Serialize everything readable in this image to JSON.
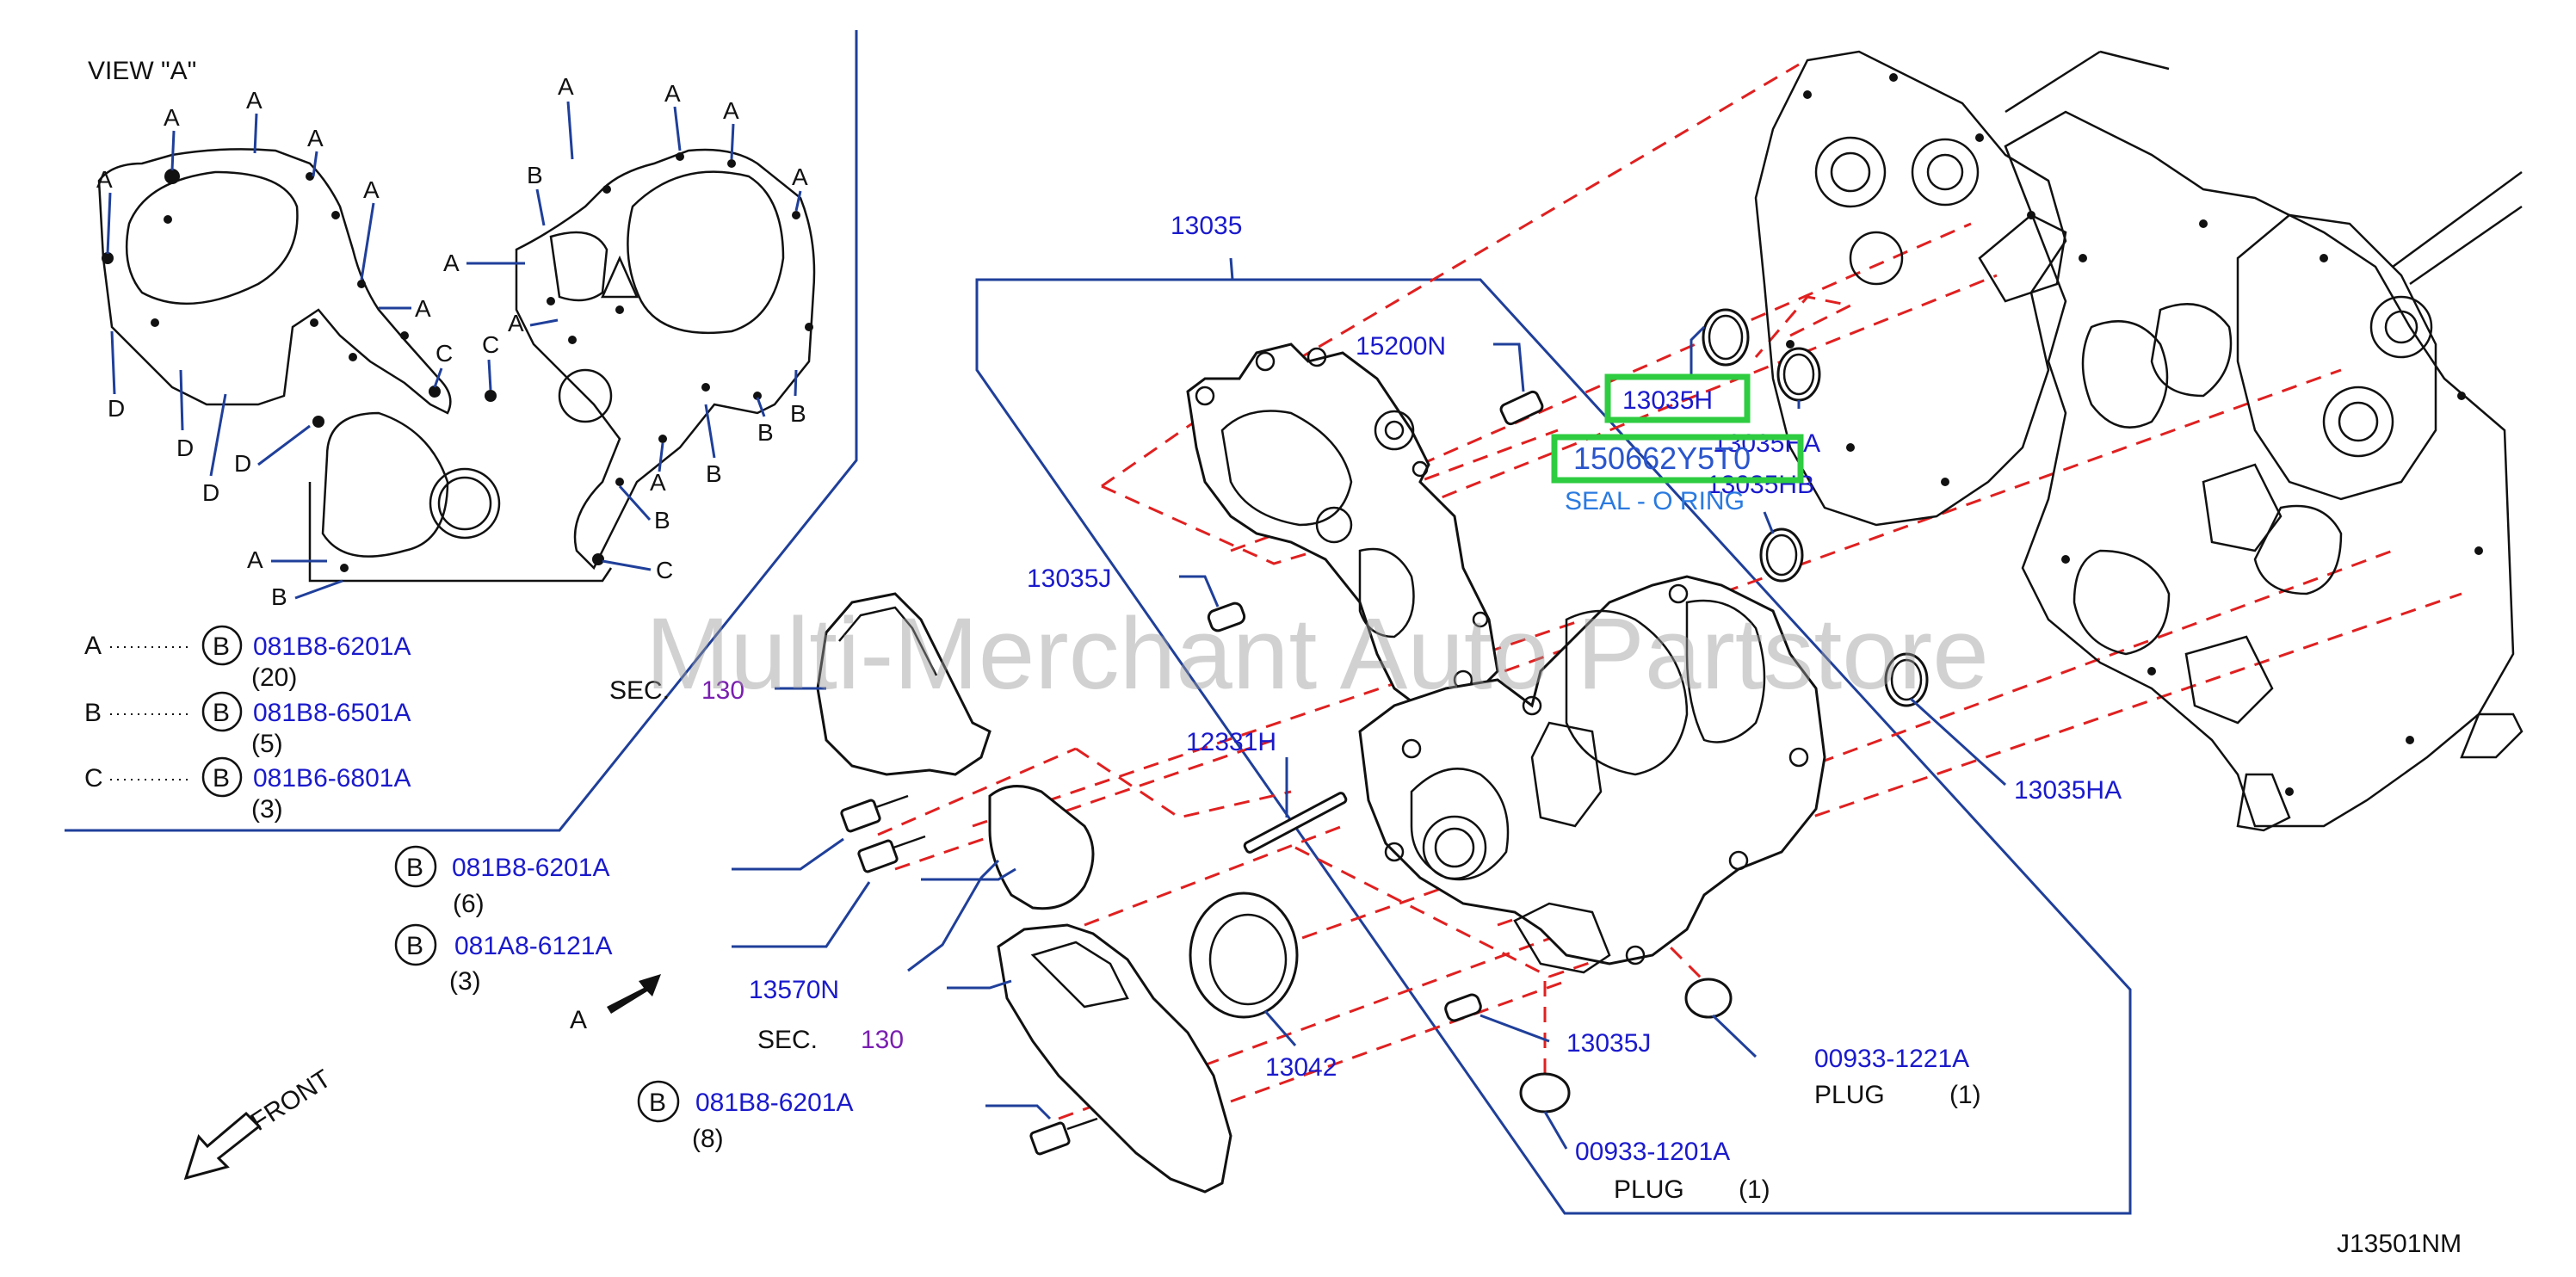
{
  "view_label": "VIEW \"A\"",
  "letters": {
    "a": "A",
    "b": "B",
    "c": "C",
    "d": "D"
  },
  "legend": [
    {
      "letter": "A",
      "badge": "B",
      "part": "081B8-6201A",
      "qty": "(20)"
    },
    {
      "letter": "B",
      "badge": "B",
      "part": "081B8-6501A",
      "qty": "(5)"
    },
    {
      "letter": "C",
      "badge": "B",
      "part": "081B6-6801A",
      "qty": "(3)"
    }
  ],
  "bolts": [
    {
      "badge": "B",
      "part": "081B8-6201A",
      "qty": "(6)"
    },
    {
      "badge": "B",
      "part": "081A8-6121A",
      "qty": "(3)"
    },
    {
      "badge": "B",
      "part": "081B8-6201A",
      "qty": "(8)"
    }
  ],
  "parts": {
    "p13035": "13035",
    "p15200N": "15200N",
    "p13035H": "13035H",
    "p13035HA_top": "13035HA",
    "p150662": "150662Y5T0",
    "seal": "SEAL - O RING",
    "p13035HB": "13035HB",
    "p13035J_top": "13035J",
    "p12331H": "12331H",
    "p13035HA_bottom": "13035HA",
    "p13570N": "13570N",
    "p13042": "13042",
    "p13035J_bottom": "13035J",
    "p00933_1221": "00933-1221A",
    "p00933_1201": "00933-1201A"
  },
  "plug_label": "PLUG",
  "plug_qty": "(1)",
  "sec_label": "SEC.",
  "sec_num": "130",
  "view_arrow_label": "A",
  "front_label": "FRONT",
  "diagram_code": "J13501NM",
  "watermark": "Multi-Merchant Auto Partstore",
  "colors": {
    "part_number": "#1a1acc",
    "leader": "#1f3f9a",
    "dashed": "#e02020",
    "highlight": "#2ecc40",
    "section": "#7a1fb0"
  }
}
